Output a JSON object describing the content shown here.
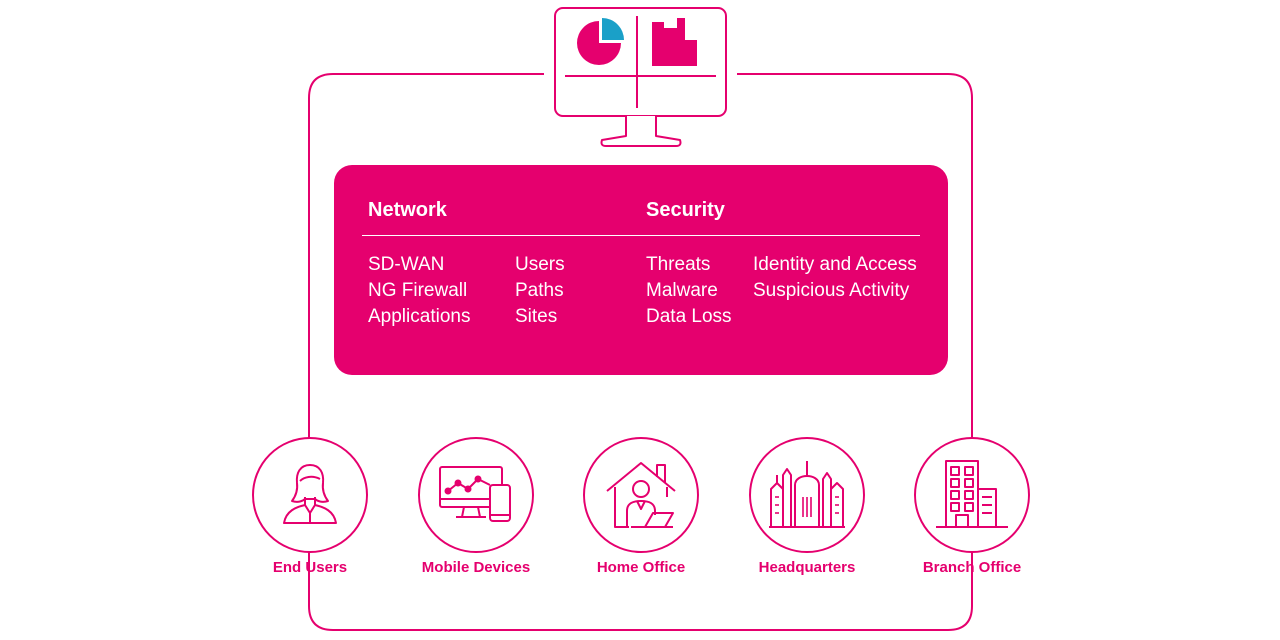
{
  "colors": {
    "accent": "#e5006e",
    "accent_secondary": "#1aa0c8",
    "background": "#ffffff"
  },
  "dashboard": {
    "icon": "monitor-dashboard-icon"
  },
  "panel": {
    "network": {
      "heading": "Network",
      "col1": [
        "SD-WAN",
        "NG Firewall",
        "Applications"
      ],
      "col2": [
        "Users",
        "Paths",
        "Sites"
      ]
    },
    "security": {
      "heading": "Security",
      "col1": [
        "Threats",
        "Malware",
        "Data Loss"
      ],
      "col2": [
        "Identity and Access",
        "Suspicious Activity"
      ]
    }
  },
  "nodes": [
    {
      "label": "End Users",
      "icon": "user-icon"
    },
    {
      "label": "Mobile Devices",
      "icon": "devices-icon"
    },
    {
      "label": "Home Office",
      "icon": "home-office-icon"
    },
    {
      "label": "Headquarters",
      "icon": "headquarters-icon"
    },
    {
      "label": "Branch Office",
      "icon": "branch-office-icon"
    }
  ]
}
